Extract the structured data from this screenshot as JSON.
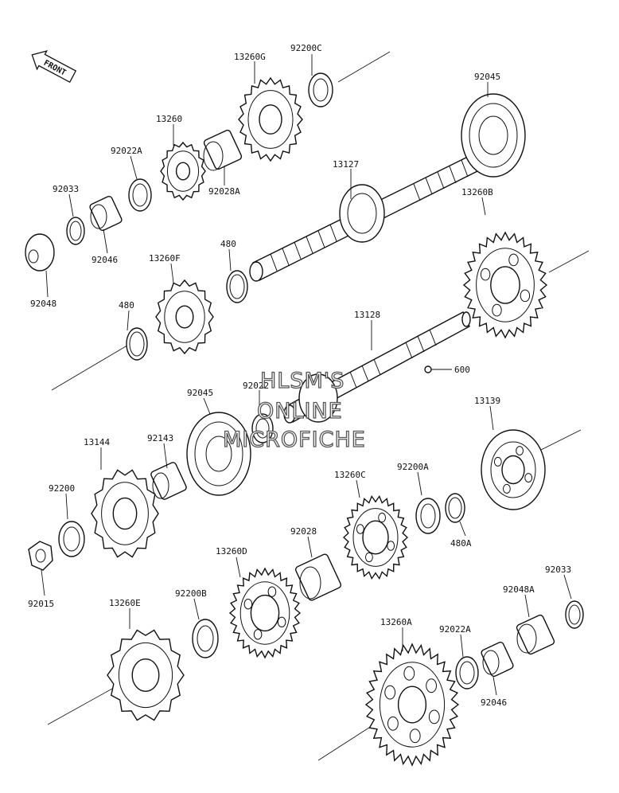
{
  "direction_label": "FRONT",
  "watermark": {
    "line1": "HLSM'S",
    "line2": "ONLINE",
    "line3": "MICROFICHE"
  },
  "parts": [
    {
      "id": "p_13260G",
      "label": "13260G"
    },
    {
      "id": "p_92200C",
      "label": "92200C"
    },
    {
      "id": "p_92045_top",
      "label": "92045"
    },
    {
      "id": "p_13260",
      "label": "13260"
    },
    {
      "id": "p_92022A_top",
      "label": "92022A"
    },
    {
      "id": "p_92028A",
      "label": "92028A"
    },
    {
      "id": "p_13127",
      "label": "13127"
    },
    {
      "id": "p_92033_top",
      "label": "92033"
    },
    {
      "id": "p_92046_top",
      "label": "92046"
    },
    {
      "id": "p_13260B",
      "label": "13260B"
    },
    {
      "id": "p_13260F",
      "label": "13260F"
    },
    {
      "id": "p_480_upper",
      "label": "480"
    },
    {
      "id": "p_92048",
      "label": "92048"
    },
    {
      "id": "p_480_lower",
      "label": "480"
    },
    {
      "id": "p_13128",
      "label": "13128"
    },
    {
      "id": "p_600",
      "label": "600"
    },
    {
      "id": "p_92045_mid",
      "label": "92045"
    },
    {
      "id": "p_92022_mid",
      "label": "92022"
    },
    {
      "id": "p_13139",
      "label": "13139"
    },
    {
      "id": "p_13144",
      "label": "13144"
    },
    {
      "id": "p_92143",
      "label": "92143"
    },
    {
      "id": "p_92200",
      "label": "92200"
    },
    {
      "id": "p_13260C",
      "label": "13260C"
    },
    {
      "id": "p_92200A",
      "label": "92200A"
    },
    {
      "id": "p_480A",
      "label": "480A"
    },
    {
      "id": "p_92015",
      "label": "92015"
    },
    {
      "id": "p_92028",
      "label": "92028"
    },
    {
      "id": "p_13260D",
      "label": "13260D"
    },
    {
      "id": "p_92033_bot",
      "label": "92033"
    },
    {
      "id": "p_92048A",
      "label": "92048A"
    },
    {
      "id": "p_13260E",
      "label": "13260E"
    },
    {
      "id": "p_92200B",
      "label": "92200B"
    },
    {
      "id": "p_13260A",
      "label": "13260A"
    },
    {
      "id": "p_92022A_bot",
      "label": "92022A"
    },
    {
      "id": "p_92046_bot",
      "label": "92046"
    }
  ]
}
